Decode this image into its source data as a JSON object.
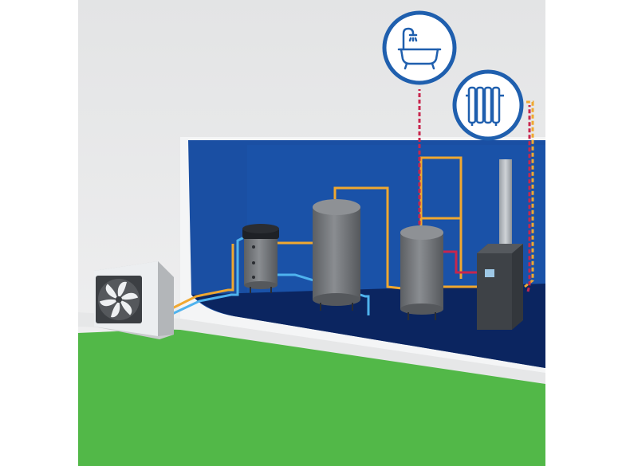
{
  "scene": {
    "components": [
      {
        "id": "outdoor-heat-pump",
        "icon": "fan-icon"
      },
      {
        "id": "buffer-tank-small"
      },
      {
        "id": "storage-tank-large"
      },
      {
        "id": "hot-water-cylinder"
      },
      {
        "id": "indoor-boiler-unit"
      }
    ],
    "callouts": [
      {
        "id": "hot-water-bath",
        "icon": "bathtub-shower-icon"
      },
      {
        "id": "space-heating-radiator",
        "icon": "radiator-icon"
      }
    ],
    "colors": {
      "sky": "#e8e9ea",
      "wall_white": "#f4f5f6",
      "basement_blue": "#1a4fa3",
      "basement_dark": "#0d2f6e",
      "floor_navy": "#0b2560",
      "grass": "#52b848",
      "tank_gray": "#6f7276",
      "pipe_orange": "#f0a830",
      "pipe_blue": "#4fb3ee",
      "pipe_red": "#c8264d",
      "callout_ring": "#1f5fae"
    }
  }
}
